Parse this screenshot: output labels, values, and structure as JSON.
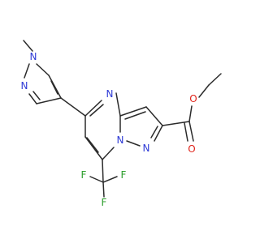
{
  "molecule": {
    "atom_labels": {
      "n_methyl": "N",
      "n_pyrazole": "N",
      "n_pyrimidine": "N",
      "n_bridge": "N",
      "n_fused5": "N",
      "o_carbonyl": "O",
      "o_ester": "O",
      "f_top": "F",
      "f_left": "F",
      "f_right": "F"
    },
    "colors": {
      "bond": "#2b2b2b",
      "nitrogen": "#2f3bd6",
      "oxygen": "#e0231a",
      "fluorine": "#2a9d2a",
      "background": "#ffffff"
    }
  }
}
